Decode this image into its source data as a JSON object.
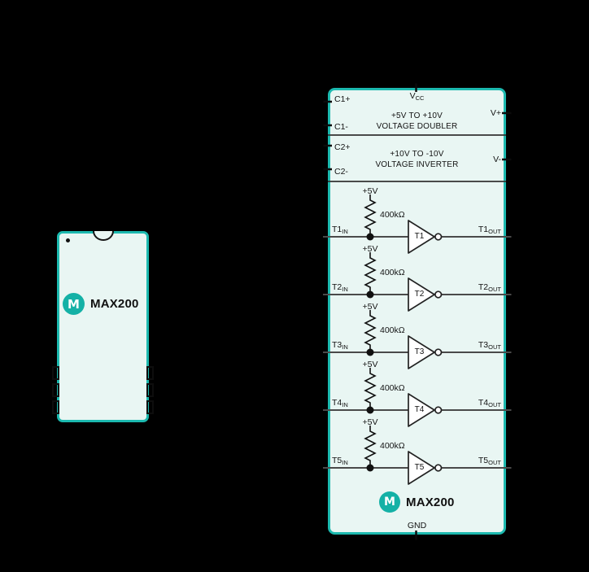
{
  "colors": {
    "background": "#000000",
    "teal": "#1cb9af",
    "mint": "#e9f6f3",
    "logo_teal": "#14b1a6",
    "ink": "#131313",
    "wire": "#4a4a4a"
  },
  "logo": {
    "letter": "M"
  },
  "pin_diagram": {
    "part_number": "MAX200"
  },
  "functional_diagram": {
    "vcc": {
      "main": "V",
      "sub": "CC"
    },
    "gnd": "GND",
    "part_number": "MAX200",
    "charge_pumps": [
      {
        "pin_top": "C1+",
        "pin_bottom": "C1-",
        "pin_right": "V+",
        "title_line1": "+5V TO +10V",
        "title_line2": "VOLTAGE DOUBLER"
      },
      {
        "pin_top": "C2+",
        "pin_bottom": "C2-",
        "pin_right": "V-",
        "title_line1": "+10V TO -10V",
        "title_line2": "VOLTAGE INVERTER"
      }
    ],
    "transmitters": [
      {
        "supply": "+5V",
        "resistor": "400kΩ",
        "name": "T1",
        "input": {
          "main": "T1",
          "sub": "IN"
        },
        "output": {
          "main": "T1",
          "sub": "OUT"
        }
      },
      {
        "supply": "+5V",
        "resistor": "400kΩ",
        "name": "T2",
        "input": {
          "main": "T2",
          "sub": "IN"
        },
        "output": {
          "main": "T2",
          "sub": "OUT"
        }
      },
      {
        "supply": "+5V",
        "resistor": "400kΩ",
        "name": "T3",
        "input": {
          "main": "T3",
          "sub": "IN"
        },
        "output": {
          "main": "T3",
          "sub": "OUT"
        }
      },
      {
        "supply": "+5V",
        "resistor": "400kΩ",
        "name": "T4",
        "input": {
          "main": "T4",
          "sub": "IN"
        },
        "output": {
          "main": "T4",
          "sub": "OUT"
        }
      },
      {
        "supply": "+5V",
        "resistor": "400kΩ",
        "name": "T5",
        "input": {
          "main": "T5",
          "sub": "IN"
        },
        "output": {
          "main": "T5",
          "sub": "OUT"
        }
      }
    ]
  }
}
